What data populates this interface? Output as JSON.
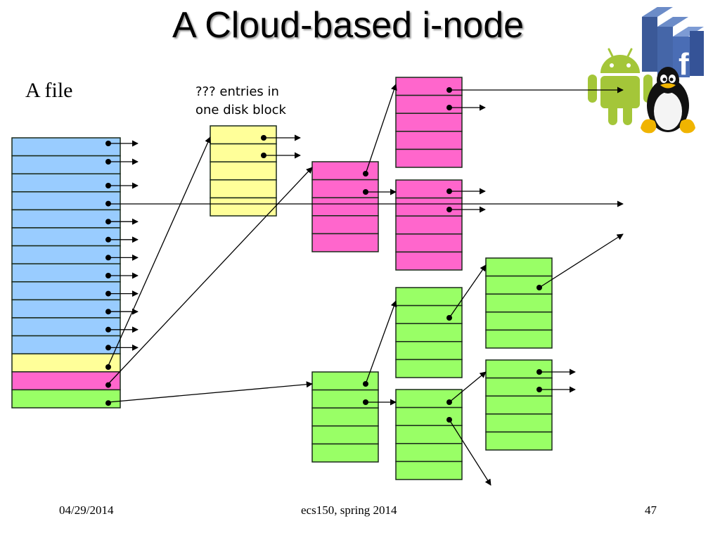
{
  "slide": {
    "title": "A Cloud-based i-node",
    "file_label": "A file",
    "entries_label_line1": "??? entries in",
    "entries_label_line2": "one disk block",
    "footer": {
      "date": "04/29/2014",
      "course": "ecs150, spring 2014",
      "page_number": "47"
    },
    "logos": [
      "android-logo",
      "linux-tux-logo",
      "facebook-logo"
    ]
  },
  "colors": {
    "direct": "#99ccff",
    "single_indirect": "#ffff99",
    "double_indirect": "#ff66cc",
    "triple_indirect": "#99ff66",
    "android_green": "#a4c639",
    "facebook_blue": "#3b5998"
  },
  "diagram": {
    "inode": {
      "direct_entries": 12,
      "indirect_entries": [
        "single-indirect",
        "double-indirect",
        "triple-indirect"
      ]
    },
    "blocks": [
      {
        "id": "single-indirect-block",
        "kind": "single_indirect",
        "rows": 5,
        "pointers": [
          0,
          1
        ]
      },
      {
        "id": "double-indirect-l1",
        "kind": "double_indirect",
        "rows": 5,
        "pointers": [
          0,
          1
        ]
      },
      {
        "id": "double-indirect-l2a",
        "kind": "double_indirect",
        "rows": 5,
        "pointers": [
          0,
          1
        ]
      },
      {
        "id": "double-indirect-l2b",
        "kind": "double_indirect",
        "rows": 5,
        "pointers": [
          0,
          1
        ]
      },
      {
        "id": "triple-indirect-l1",
        "kind": "triple_indirect",
        "rows": 5,
        "pointers": [
          0,
          1
        ]
      },
      {
        "id": "triple-indirect-l2a",
        "kind": "triple_indirect",
        "rows": 5,
        "pointers": [
          1
        ]
      },
      {
        "id": "triple-indirect-l2b",
        "kind": "triple_indirect",
        "rows": 5,
        "pointers": [
          0,
          1
        ]
      },
      {
        "id": "triple-indirect-l3a",
        "kind": "triple_indirect",
        "rows": 5,
        "pointers": [
          1
        ]
      },
      {
        "id": "triple-indirect-l3b",
        "kind": "triple_indirect",
        "rows": 5,
        "pointers": [
          0,
          1
        ]
      }
    ]
  }
}
